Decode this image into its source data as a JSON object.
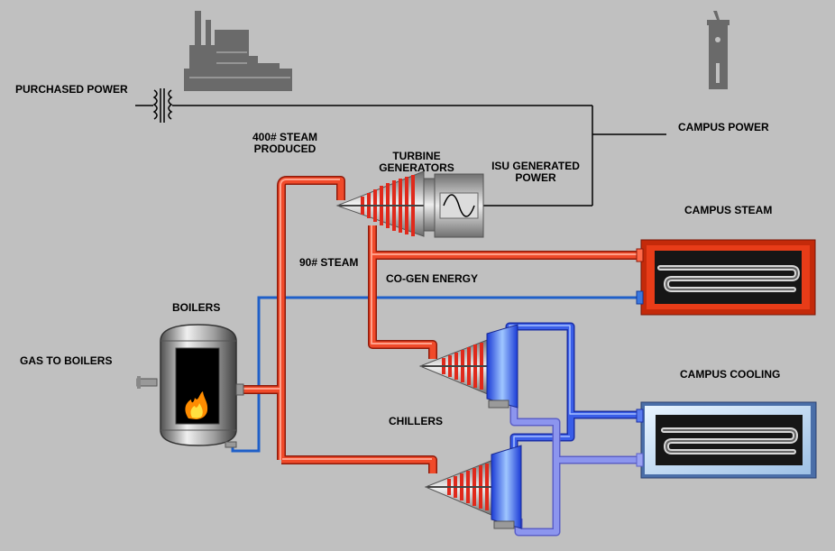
{
  "labels": {
    "purchased_power": "PURCHASED POWER",
    "steam_400_line1": "400# STEAM",
    "steam_400_line2": "PRODUCED",
    "turbine_line1": "TURBINE",
    "turbine_line2": "GENERATORS",
    "isu_line1": "ISU GENERATED",
    "isu_line2": "POWER",
    "campus_power": "CAMPUS POWER",
    "campus_steam": "CAMPUS STEAM",
    "steam_90": "90# STEAM",
    "cogen": "CO-GEN ENERGY",
    "boilers": "BOILERS",
    "gas_to_boilers": "GAS TO BOILERS",
    "campus_cooling": "CAMPUS COOLING",
    "chillers": "CHILLERS"
  },
  "colors": {
    "background": "#c0c0c0",
    "steam_pipe": "#e8391d",
    "condensate_pipe": "#1f5fc8",
    "chilled_water_pipe": "#3a5ee8",
    "cooling_return_pipe": "#8c95ee",
    "power_line": "#000000",
    "campus_steam_border": "#d83a10",
    "campus_cooling_border": "#5f86c8"
  },
  "icons": {
    "power_plant": "power-plant-icon",
    "campus_tower": "campus-tower-icon",
    "transformer": "transformer-icon",
    "generator": "generator-sine-icon",
    "flame": "flame-icon"
  }
}
